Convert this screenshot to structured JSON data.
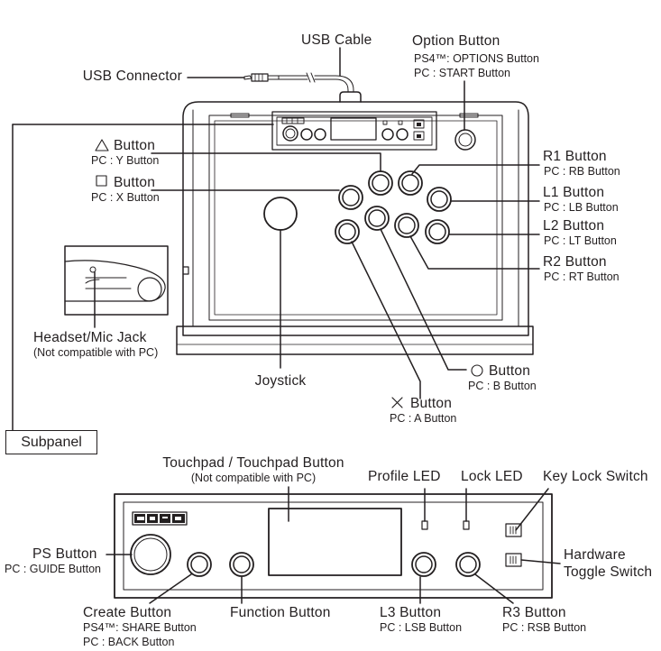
{
  "colors": {
    "ink": "#231f20",
    "background": "#ffffff"
  },
  "labels": {
    "usb_cable": "USB Cable",
    "usb_connector": "USB Connector",
    "option_button": "Option Button",
    "option_ps4": "PS4™: OPTIONS Button",
    "option_pc": "PC : START Button",
    "triangle_button": "Button",
    "triangle_pc": "PC : Y Button",
    "square_button": "Button",
    "square_pc": "PC : X Button",
    "r1_button": "R1 Button",
    "r1_pc": "PC : RB Button",
    "l1_button": "L1 Button",
    "l1_pc": "PC : LB Button",
    "l2_button": "L2 Button",
    "l2_pc": "PC : LT Button",
    "r2_button": "R2 Button",
    "r2_pc": "PC : RT Button",
    "headset_jack": "Headset/Mic Jack",
    "headset_note": "(Not compatible with PC)",
    "joystick": "Joystick",
    "circle_button": "Button",
    "circle_pc": "PC : B Button",
    "cross_button": "Button",
    "cross_pc": "PC : A Button",
    "subpanel": "Subpanel",
    "touchpad": "Touchpad / Touchpad Button",
    "touchpad_note": "(Not compatible with PC)",
    "profile_led": "Profile LED",
    "lock_led": "Lock LED",
    "key_lock_switch": "Key Lock Switch",
    "ps_button": "PS Button",
    "ps_pc": "PC : GUIDE Button",
    "hardware_toggle_1": "Hardware",
    "hardware_toggle_2": "Toggle Switch",
    "create_button": "Create Button",
    "create_ps4": "PS4™: SHARE Button",
    "create_pc": "PC : BACK Button",
    "function_button": "Function Button",
    "l3_button": "L3 Button",
    "l3_pc": "PC : LSB Button",
    "r3_button": "R3 Button",
    "r3_pc": "PC : RSB Button"
  }
}
